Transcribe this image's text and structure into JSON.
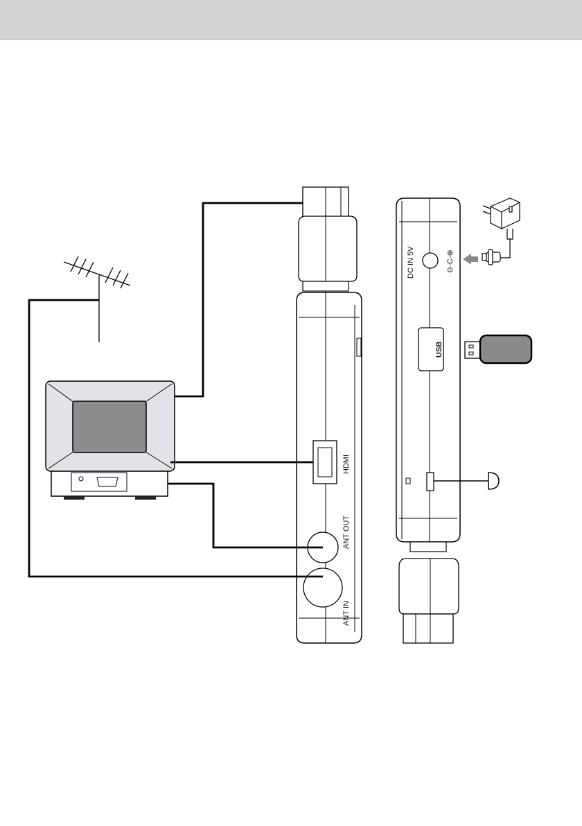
{
  "labels": {
    "hdmi": "HDMI",
    "ant_out": "ANT OUT",
    "ant_in": "ANT IN",
    "dc_in": "DC IN 5V",
    "usb": "USB",
    "dc_symbol": "⊖-C-⊕"
  },
  "colors": {
    "header_band": "#d4d4d4",
    "tv_screen": "#8c8c8c",
    "tv_bezel": "#e1e3e8",
    "usb_stick": "#8a8a8a",
    "arrow": "#8a8a8a"
  }
}
